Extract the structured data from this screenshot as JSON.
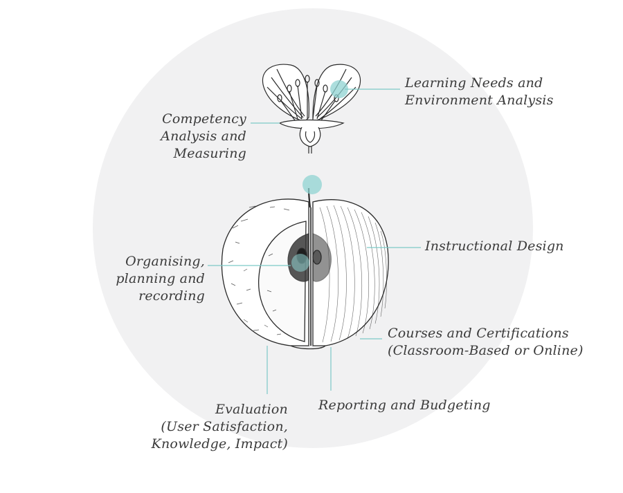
{
  "colors": {
    "circle_background": "#f1f1f2",
    "accent_teal": "#8fd3d1",
    "connector_line": "#7cc9c7",
    "ink": "#2a2a2a",
    "label_text": "#3a3a3a"
  },
  "labels": {
    "learning_needs": [
      "Learning Needs and",
      "Environment Analysis"
    ],
    "competency": [
      "Competency",
      "Analysis and",
      "Measuring"
    ],
    "instructional_design": [
      "Instructional Design"
    ],
    "organising": [
      "Organising,",
      "planning and",
      "recording"
    ],
    "courses": [
      "Courses and Certifications",
      "(Classroom-Based or Online)"
    ],
    "reporting": [
      "Reporting and Budgeting"
    ],
    "evaluation": [
      "Evaluation",
      "(User Satisfaction,",
      "Knowledge, Impact)"
    ]
  }
}
